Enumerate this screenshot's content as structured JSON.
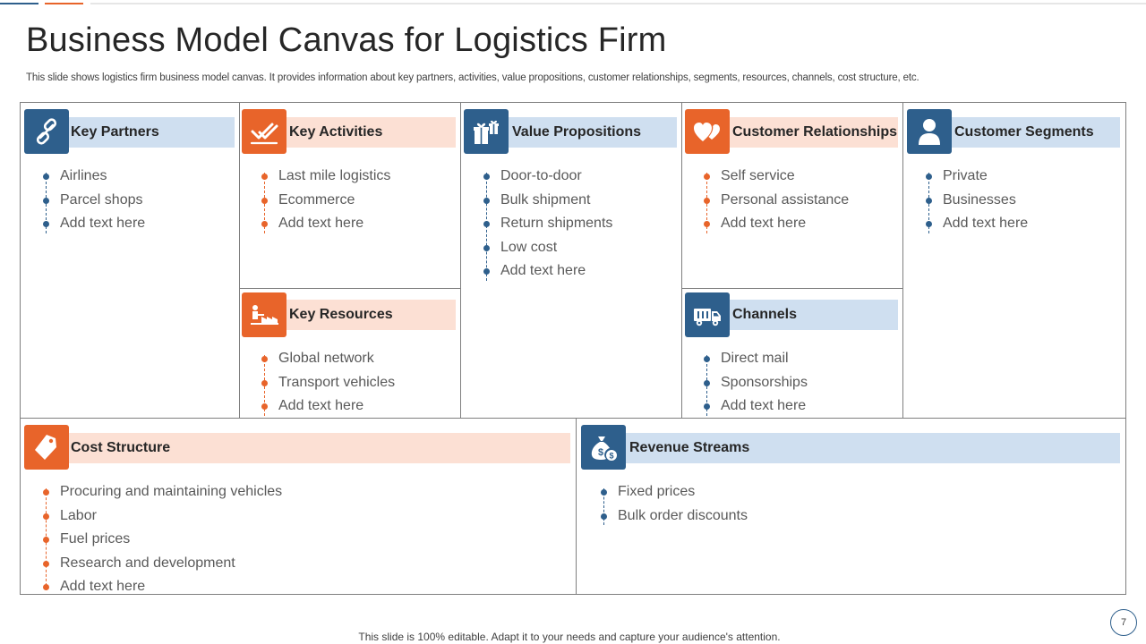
{
  "title": "Business Model Canvas for Logistics Firm",
  "subtitle": "This slide shows logistics firm business model canvas. It provides information about key partners, activities, value propositions, customer relationships, segments, resources, channels, cost structure, etc.",
  "colors": {
    "blue": "#2e5f8c",
    "orange": "#e8642a",
    "light_blue": "#cfdff0",
    "light_orange": "#fce0d4"
  },
  "sections": {
    "key_partners": {
      "title": "Key  Partners",
      "icon": "chain-link-icon",
      "items": [
        "Airlines",
        "Parcel shops",
        "Add text here"
      ]
    },
    "key_activities": {
      "title": "Key  Activities",
      "icon": "double-check-icon",
      "items": [
        "Last mile logistics",
        "Ecommerce",
        "Add text here"
      ]
    },
    "key_resources": {
      "title": "Key Resources",
      "icon": "factory-icon",
      "items": [
        "Global network",
        "Transport vehicles",
        "Add text here"
      ]
    },
    "value_propositions": {
      "title": "Value Propositions",
      "icon": "gift-boxes-icon",
      "items": [
        "Door-to-door",
        "Bulk shipment",
        "Return shipments",
        "Low cost",
        "Add text here"
      ]
    },
    "customer_relationships": {
      "title": "Customer Relationships",
      "icon": "hearts-icon",
      "items": [
        "Self service",
        "Personal assistance",
        "Add text here"
      ]
    },
    "channels": {
      "title": "Channels",
      "icon": "truck-icon",
      "items": [
        "Direct mail",
        "Sponsorships",
        "Add text here"
      ]
    },
    "customer_segments": {
      "title": "Customer Segments",
      "icon": "person-icon",
      "items": [
        "Private",
        "Businesses",
        "Add text here"
      ]
    },
    "cost_structure": {
      "title": "Cost Structure",
      "icon": "price-tag-icon",
      "items": [
        "Procuring and maintaining vehicles",
        "Labor",
        "Fuel prices",
        "Research and development",
        "Add text here"
      ]
    },
    "revenue_streams": {
      "title": "Revenue Streams",
      "icon": "money-bag-icon",
      "items": [
        "Fixed prices",
        "Bulk order discounts"
      ]
    }
  },
  "footer": "This slide is 100% editable. Adapt it to your needs and capture your audience's attention.",
  "page_number": "7"
}
